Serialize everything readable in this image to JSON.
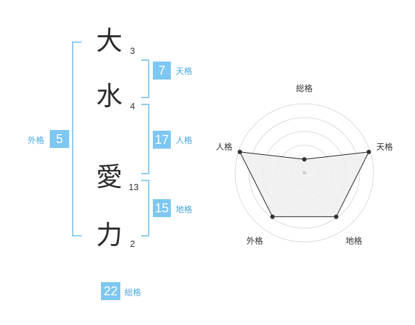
{
  "name": {
    "chars": [
      {
        "char": "大",
        "strokes": "3"
      },
      {
        "char": "水",
        "strokes": "4"
      },
      {
        "char": "愛",
        "strokes": "13"
      },
      {
        "char": "力",
        "strokes": "2"
      }
    ]
  },
  "fortune": {
    "tenkaku": {
      "value": "7",
      "label": "天格"
    },
    "jinkaku": {
      "value": "17",
      "label": "人格"
    },
    "chikaku": {
      "value": "15",
      "label": "地格"
    },
    "gaikaku": {
      "value": "5",
      "label": "外格"
    },
    "soukaku": {
      "value": "22",
      "label": "総格"
    }
  },
  "colors": {
    "accent": "#7dc7f2",
    "bracket": "#8ccdf2",
    "radar_fill": "#eeeeee",
    "radar_line": "#222222",
    "grid": "#d9d9d9"
  },
  "chart_data": {
    "type": "radar",
    "axes": [
      "総格",
      "天格",
      "地格",
      "外格",
      "人格"
    ],
    "max": 5,
    "rings": 5,
    "values": [
      1,
      5,
      4,
      4,
      5
    ],
    "center_marker": true
  }
}
